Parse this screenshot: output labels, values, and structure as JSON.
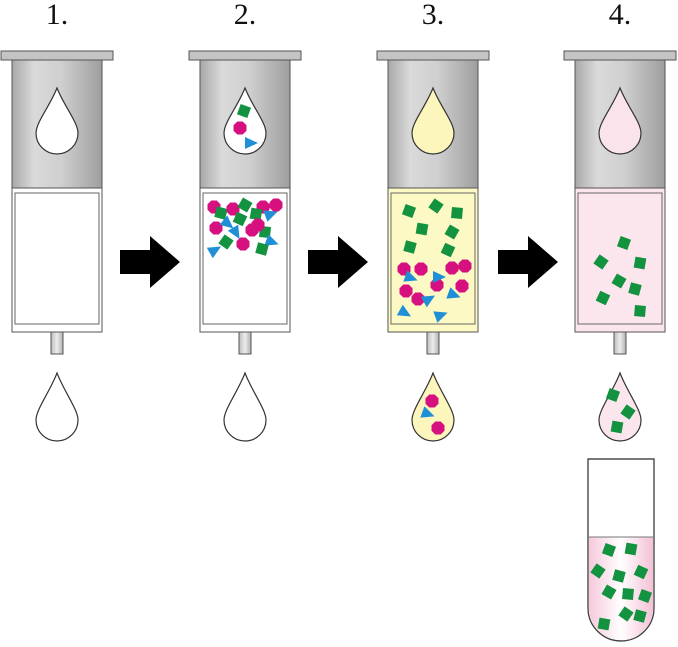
{
  "steps": [
    {
      "label": "1.",
      "fill": "#ffffff",
      "top_drop_fill": "#ffffff",
      "bottom_drop_fill": "#ffffff",
      "particles": "none"
    },
    {
      "label": "2.",
      "fill": "#ffffff",
      "top_drop_fill": "#ffffff",
      "bottom_drop_fill": "#ffffff",
      "particles": "mixed-sample"
    },
    {
      "label": "3.",
      "fill": "#fdf9c4",
      "top_drop_fill": "#fcf6bd",
      "bottom_drop_fill": "#fcf6bd",
      "particles": "interferences-eluted"
    },
    {
      "label": "4.",
      "fill": "#fce6ee",
      "top_drop_fill": "#fbe3ec",
      "bottom_drop_fill": "#fce6ee",
      "particles": "analyte-eluted"
    }
  ],
  "colors": {
    "analyte_square": "#13923f",
    "circle": "#d6117f",
    "triangle": "#1f8fd6",
    "syringe_gray": "#c8c8c8",
    "arrow": "#000000"
  },
  "icons": [
    "syringe-cartridge-icon",
    "droplet-icon",
    "arrow-right-icon",
    "collection-tube-icon"
  ]
}
